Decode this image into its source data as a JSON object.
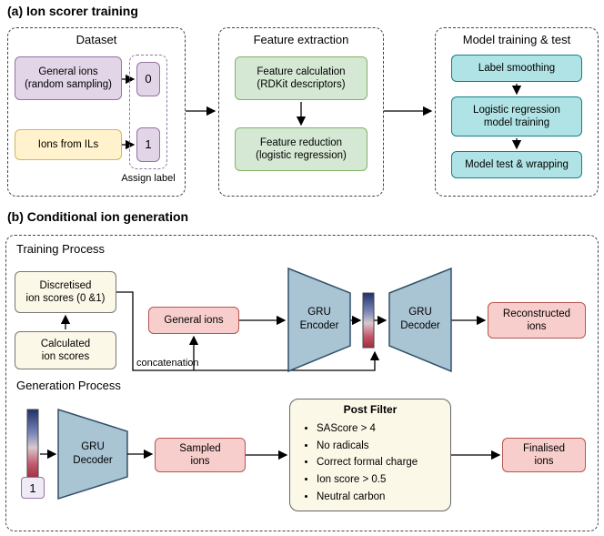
{
  "section_a": {
    "title": "(a) Ion scorer training",
    "dataset": {
      "title": "Dataset",
      "general_ions": "General ions\n(random sampling)",
      "ions_from_ils": "Ions from ILs",
      "label_zero": "0",
      "label_one": "1",
      "assign_label": "Assign label"
    },
    "feature_extraction": {
      "title": "Feature extraction",
      "feature_calculation": "Feature calculation\n(RDKit descriptors)",
      "feature_reduction": "Feature reduction\n(logistic regression)"
    },
    "model_training": {
      "title": "Model training & test",
      "label_smoothing": "Label smoothing",
      "lr_training": "Logistic regression\nmodel training",
      "model_test": "Model test & wrapping"
    }
  },
  "section_b": {
    "title": "(b) Conditional ion generation",
    "training_process": {
      "title": "Training Process",
      "discretised": "Discretised\nion scores (0 &1)",
      "calculated": "Calculated\nion scores",
      "general_ions": "General ions",
      "concatenation": "concatenation",
      "encoder": "GRU\nEncoder",
      "decoder": "GRU\nDecoder",
      "reconstructed": "Reconstructed\nions"
    },
    "generation_process": {
      "title": "Generation Process",
      "latent_label": "1",
      "decoder": "GRU\nDecoder",
      "sampled": "Sampled\nions",
      "post_filter": {
        "title": "Post Filter",
        "items": [
          "SAScore > 4",
          "No radicals",
          "Correct formal charge",
          "Ion score > 0.5",
          "Neutral carbon"
        ]
      },
      "finalised": "Finalised\nions"
    }
  },
  "colors": {
    "lavender": "#E1D5E7",
    "yellow": "#FFF2CC",
    "green": "#D5E8D4",
    "teal": "#B0E3E5",
    "pink": "#F8CECC",
    "cream": "#FBF8E8",
    "trapezoid": "#A9C4D3",
    "latent_top": "#20306B",
    "latent_bottom": "#9E2F3F"
  }
}
